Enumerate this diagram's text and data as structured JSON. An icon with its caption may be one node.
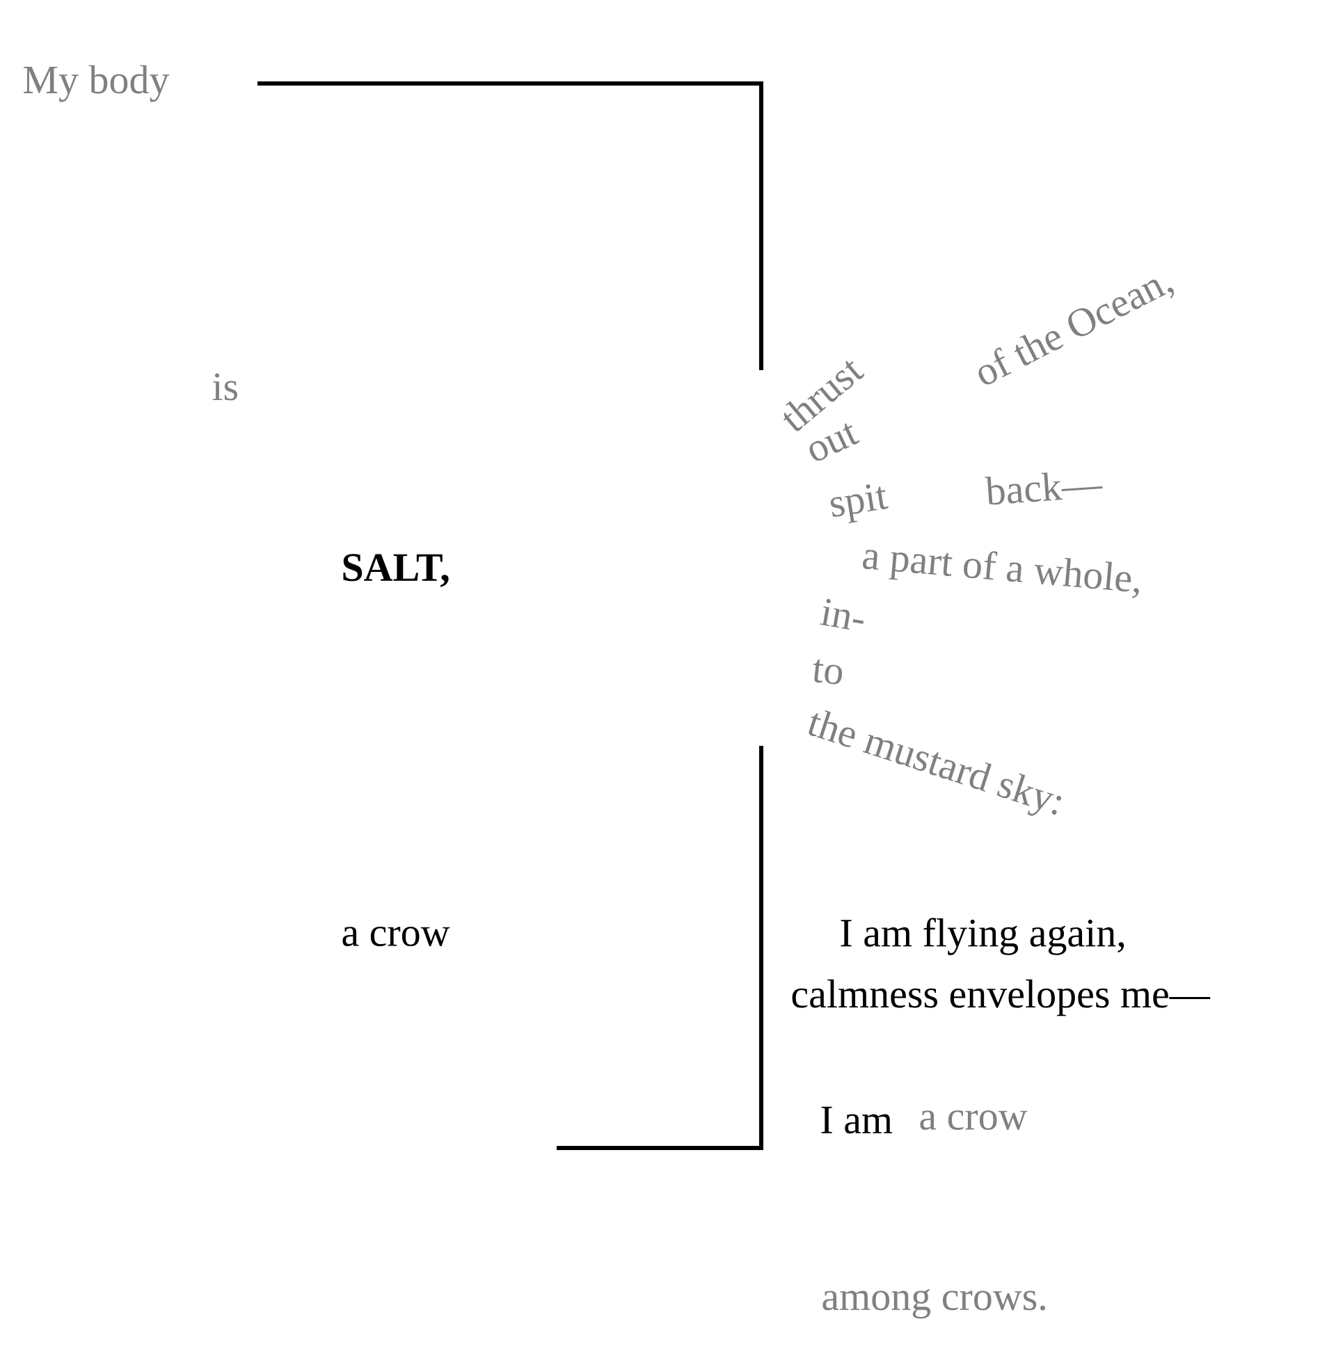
{
  "diagram": {
    "labels": [
      "My body",
      "thrust",
      "of the Ocean,",
      "is",
      "out",
      "spit",
      "back—",
      "SALT,",
      "a part of a whole,",
      "in-",
      "to",
      "the mustard sky:",
      "a crow",
      "I am flying again,",
      "calmness envelopes me—",
      "I am",
      "a crow",
      "among crows."
    ]
  }
}
